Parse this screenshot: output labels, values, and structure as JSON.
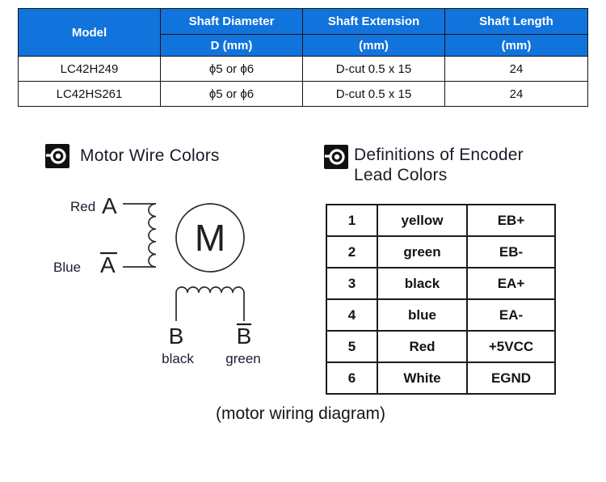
{
  "colors": {
    "header_blue": "#1173DC",
    "line_dark": "#2b2b2b",
    "icon_bg": "#111111"
  },
  "spec_table": {
    "columns": [
      {
        "label": "Model",
        "sub": ""
      },
      {
        "label": "Shaft Diameter",
        "sub": "D (mm)"
      },
      {
        "label": "Shaft Extension",
        "sub": "(mm)"
      },
      {
        "label": "Shaft Length",
        "sub": "(mm)"
      }
    ],
    "rows": [
      {
        "model": "LC42H249",
        "diameter": "ϕ5 or ϕ6",
        "extension": "D-cut 0.5 x 15",
        "length": "24"
      },
      {
        "model": "LC42HS261",
        "diameter": "ϕ5 or ϕ6",
        "extension": "D-cut 0.5 x 15",
        "length": "24"
      }
    ]
  },
  "sections": {
    "motor_wire": {
      "title": "Motor Wire Colors",
      "icon": "target-rotate-icon"
    },
    "encoder": {
      "title_line1": "Definitions of Encoder",
      "title_line2": "Lead Colors",
      "icon": "target-rotate-icon"
    }
  },
  "diagram": {
    "phase_a_wire_color": "Red",
    "phase_a_label": "A",
    "phase_a_bar_wire_color": "Blue",
    "phase_a_bar_label": "A",
    "motor_label": "M",
    "phase_b_label": "B",
    "phase_b_bar_label": "B",
    "phase_b_wire_color": "black",
    "phase_b_bar_wire_color": "green",
    "caption": "(motor wiring diagram)"
  },
  "encoder_table": {
    "rows": [
      {
        "pin": "1",
        "color": "yellow",
        "signal": "EB+"
      },
      {
        "pin": "2",
        "color": "green",
        "signal": "EB-"
      },
      {
        "pin": "3",
        "color": "black",
        "signal": "EA+"
      },
      {
        "pin": "4",
        "color": "blue",
        "signal": "EA-"
      },
      {
        "pin": "5",
        "color": "Red",
        "signal": "+5VCC"
      },
      {
        "pin": "6",
        "color": "White",
        "signal": "EGND"
      }
    ]
  }
}
